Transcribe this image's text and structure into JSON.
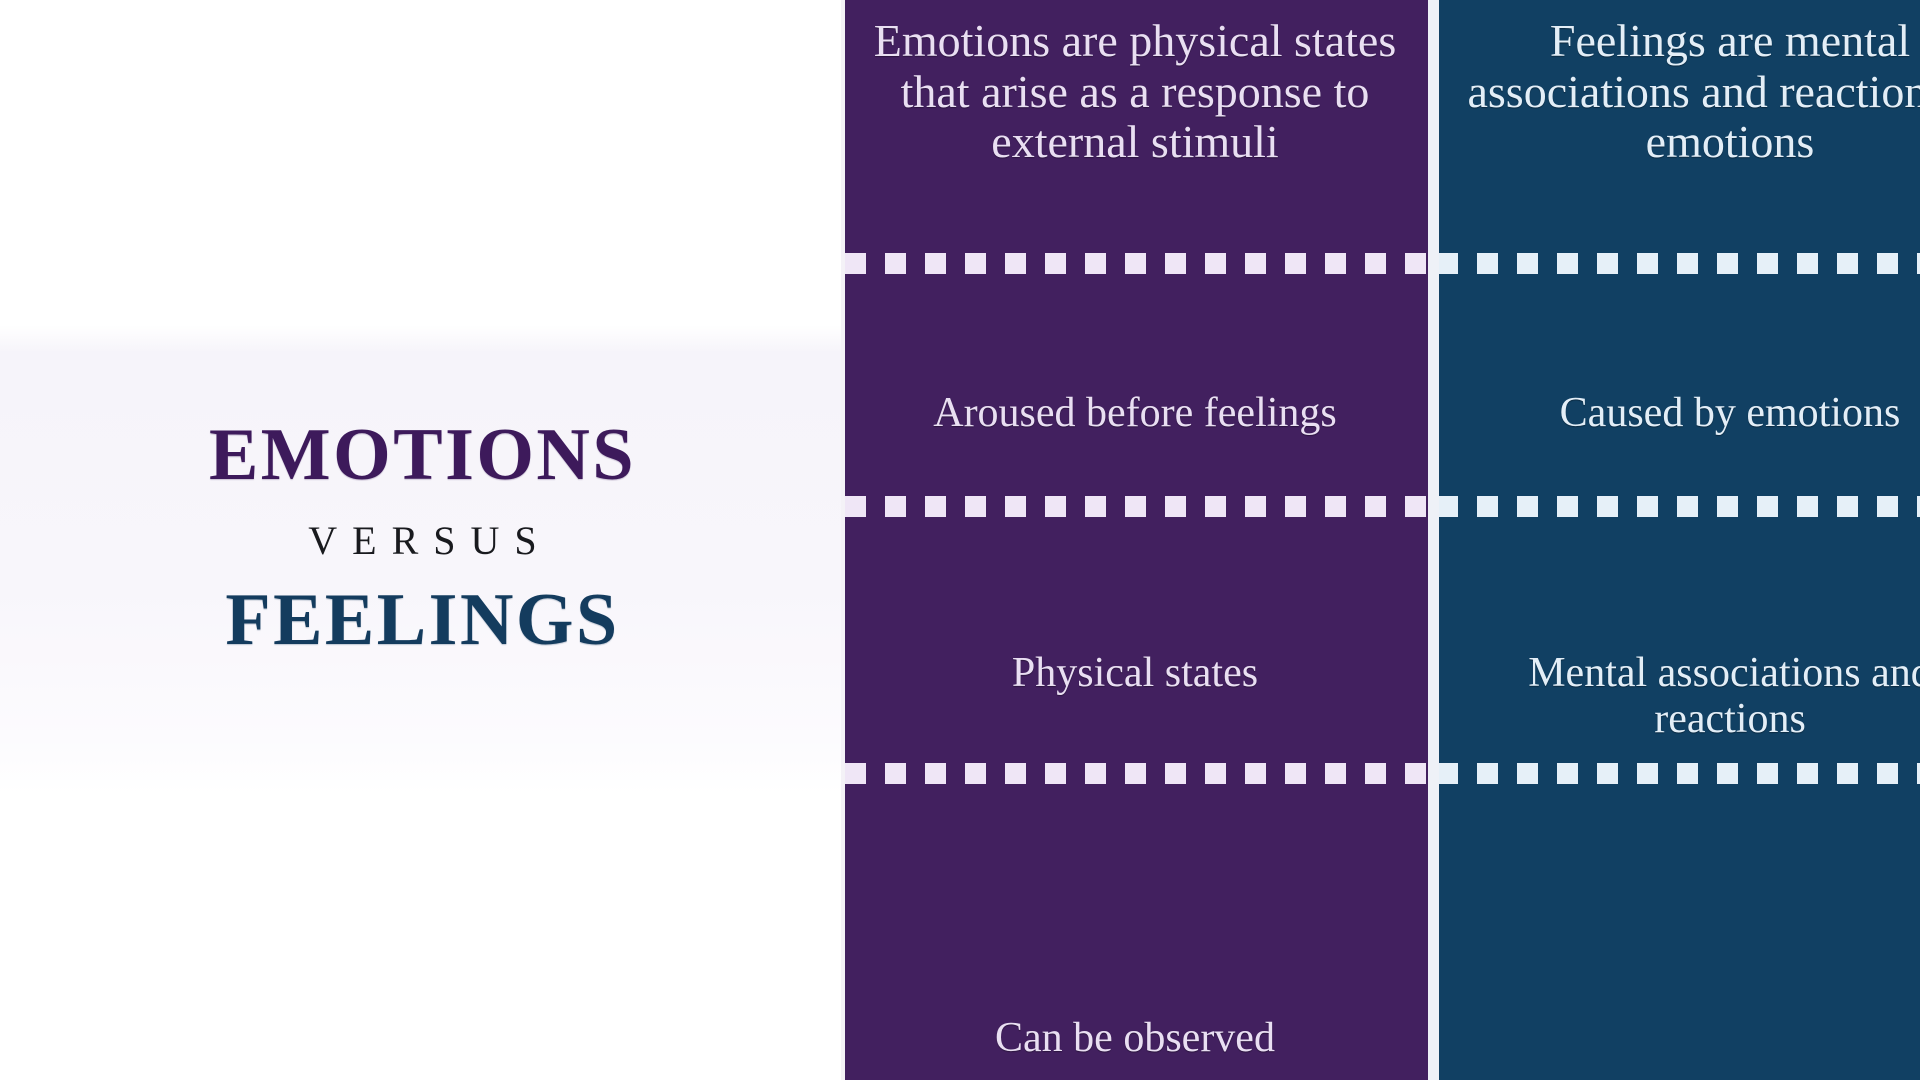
{
  "title_panel": {
    "line1": "EMOTIONS",
    "line2": "VERSUS",
    "line3": "FEELINGS",
    "colors": {
      "emotions_text": "#3D1A5B",
      "versus_text": "#191A1E",
      "feelings_text": "#143C5E",
      "background": "#FFFFFF",
      "band": "#F7F5FA"
    }
  },
  "table": {
    "columns": [
      {
        "key": "emotions",
        "accent_color": "#42205F",
        "text_color": "#E9DFF2",
        "cells": [
          "Emotions are physical states that arise as a response to external stimuli",
          "Aroused before feelings",
          "Physical states",
          "Can be observed"
        ]
      },
      {
        "key": "feelings",
        "accent_color": "#114063",
        "text_color": "#E3EEF7",
        "cells": [
          "Feelings are mental associations and reactions to emotions",
          "Caused by emotions",
          "Mental associations and reactions",
          ""
        ]
      }
    ],
    "divider_style": "dotted-square-white",
    "divider_color": "#EFE9F6",
    "column_separator_color": "#EEF1F7"
  }
}
